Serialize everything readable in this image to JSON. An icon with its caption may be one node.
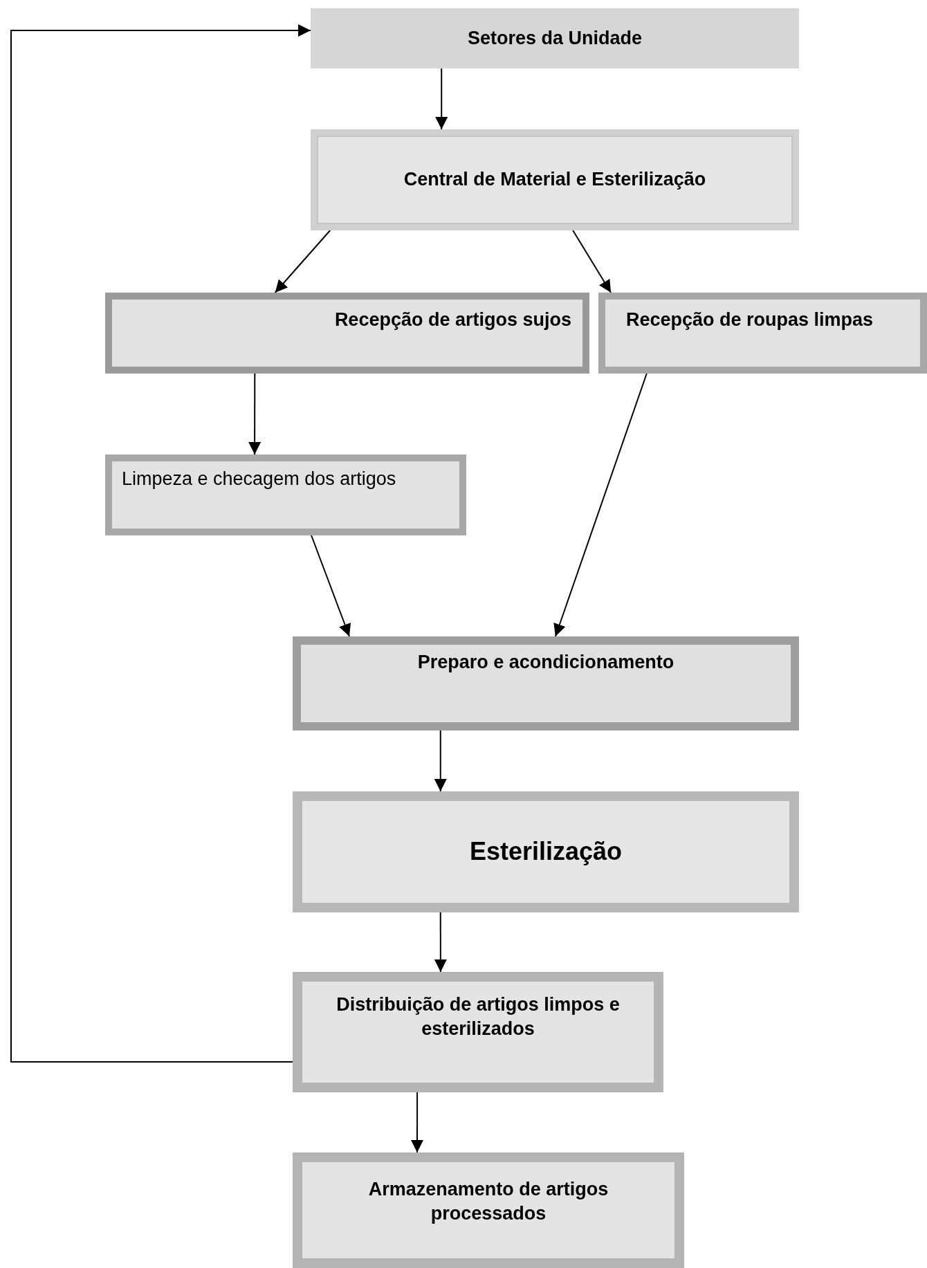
{
  "diagram": {
    "nodes": [
      {
        "text": [
          "Setores da Unidade"
        ]
      },
      {
        "text": [
          "Central de Material e Esterilização"
        ]
      },
      {
        "text": [
          "Recepção de artigos sujos"
        ]
      },
      {
        "text": [
          "Recepção de roupas limpas"
        ]
      },
      {
        "text": [
          "Limpeza e checagem dos artigos"
        ]
      },
      {
        "text": [
          "Preparo e acondicionamento"
        ]
      },
      {
        "text": [
          "Esterilização"
        ]
      },
      {
        "text": [
          "Distribuição de artigos limpos e esterilizados"
        ]
      },
      {
        "text": [
          "Armazenamento de artigos processados"
        ]
      }
    ],
    "edges": [
      {
        "from": 0,
        "to": 1,
        "arrow": "to"
      },
      {
        "from": 1,
        "to": 2,
        "arrow": "to"
      },
      {
        "from": 1,
        "to": 3,
        "arrow": "to"
      },
      {
        "from": 2,
        "to": 4,
        "arrow": "to"
      },
      {
        "from": 4,
        "to": 5,
        "arrow": "to"
      },
      {
        "from": 3,
        "to": 5,
        "arrow": "to"
      },
      {
        "from": 5,
        "to": 6,
        "arrow": "to"
      },
      {
        "from": 6,
        "to": 7,
        "arrow": "to"
      },
      {
        "from": 7,
        "to": 0,
        "arrow": "to"
      },
      {
        "from": 7,
        "to": 8,
        "arrow": "to"
      }
    ]
  }
}
